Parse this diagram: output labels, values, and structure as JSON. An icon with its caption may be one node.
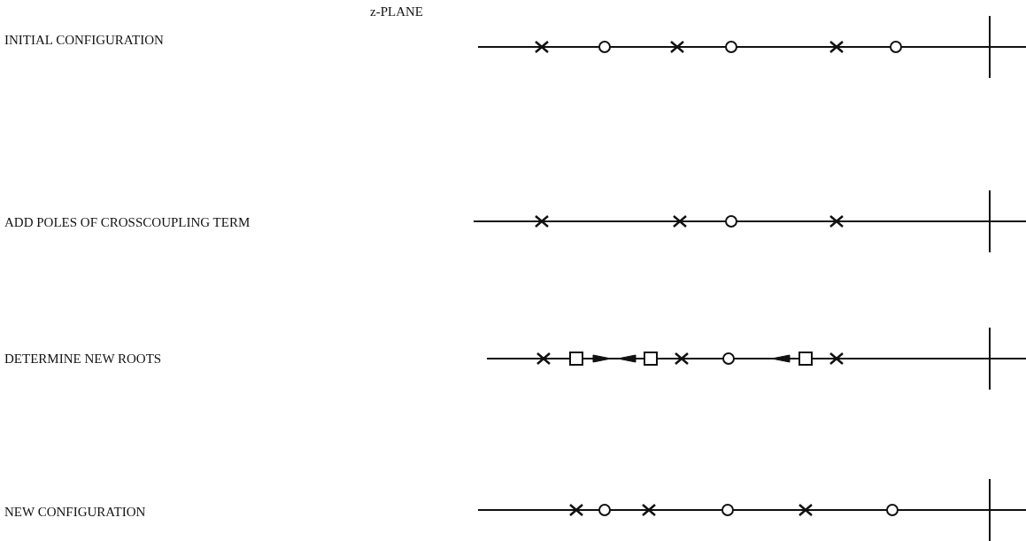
{
  "diagram": {
    "labels": [
      "z-PLANE",
      "INITIAL CONFIGURATION",
      "ADD POLES OF CROSSCOUPLING TERM",
      "DETERMINE NEW ROOTS",
      "NEW CONFIGURATION"
    ]
  }
}
